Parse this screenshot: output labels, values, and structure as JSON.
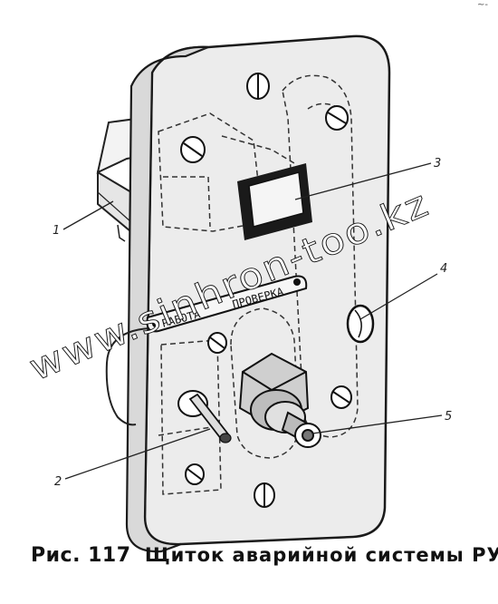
{
  "corner_mark": "~-",
  "callouts": [
    "1",
    "2",
    "3",
    "4",
    "5"
  ],
  "plate_labels": {
    "left": "РАБОТА",
    "right": "ПРОВЕРКА"
  },
  "watermark": "www.sinhron-too.kz",
  "caption": {
    "figure": "Рис. 117",
    "text": "Щиток аварийной системы РУ"
  }
}
